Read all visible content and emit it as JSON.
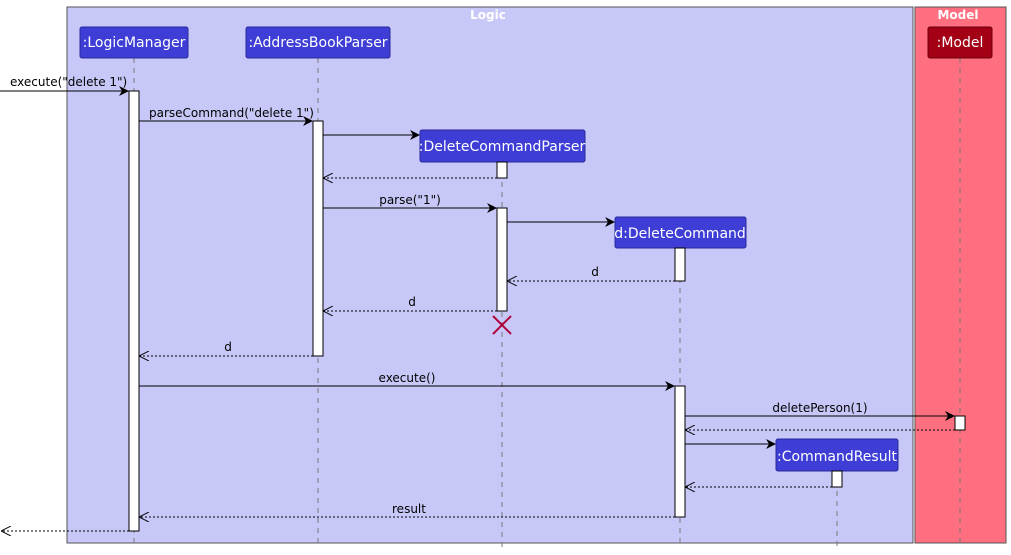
{
  "colors": {
    "logic_box": "#c8c8f8",
    "model_box": "#ff6f7f",
    "logic_participant": "#3e3ed6",
    "model_participant": "#a30016",
    "destroy_mark": "#b0003a"
  },
  "boxes": {
    "logic": "Logic",
    "model": "Model"
  },
  "participants": {
    "logic_manager": ":LogicManager",
    "address_book_parser": ":AddressBookParser",
    "delete_command_parser": ":DeleteCommandParser",
    "delete_command": "d:DeleteCommand",
    "command_result": ":CommandResult",
    "model": ":Model"
  },
  "messages": {
    "execute_delete": "execute(\"delete 1\")",
    "parse_command": "parseCommand(\"delete 1\")",
    "parse": "parse(\"1\")",
    "return_d_1": "d",
    "return_d_2": "d",
    "return_d_3": "d",
    "execute": "execute()",
    "delete_person": "deletePerson(1)",
    "result": "result"
  }
}
